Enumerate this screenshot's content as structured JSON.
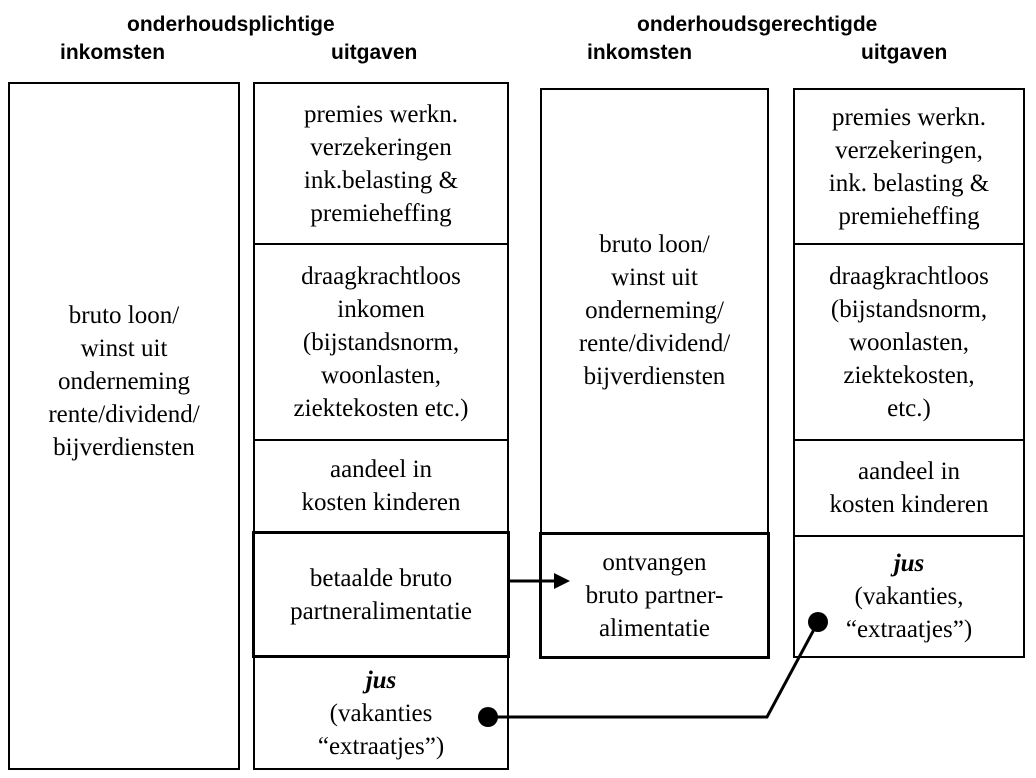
{
  "headers": {
    "payer_title": "onderhoudsplichtige",
    "payer_income": "inkomsten",
    "payer_expenses": "uitgaven",
    "recipient_title": "onderhoudsgerechtigde",
    "recipient_income": "inkomsten",
    "recipient_expenses": "uitgaven"
  },
  "payer": {
    "income": [
      "bruto loon/",
      "winst uit",
      "onderneming",
      "rente/dividend/",
      "bijverdiensten"
    ],
    "expenses": {
      "premiums": [
        "premies werkn.",
        "verzekeringen",
        "ink.belasting &",
        "premieheffing"
      ],
      "subsistence": [
        "draagkrachtloos",
        "inkomen",
        "(bijstandsnorm,",
        "woonlasten,",
        "ziektekosten etc.)"
      ],
      "children": [
        "aandeel in",
        "kosten kinderen"
      ],
      "alimony_paid": [
        "betaalde bruto",
        "partneralimentatie"
      ],
      "jus_title": "jus",
      "jus_lines": [
        "(vakanties",
        "“extraatjes”)"
      ]
    }
  },
  "recipient": {
    "income": [
      "bruto loon/",
      "winst uit",
      "onderneming/",
      "rente/dividend/",
      "bijverdiensten"
    ],
    "alimony_received": [
      "ontvangen",
      "bruto partner-",
      "alimentatie"
    ],
    "expenses": {
      "premiums": [
        "premies werkn.",
        "verzekeringen,",
        "ink. belasting &",
        "premieheffing"
      ],
      "subsistence": [
        "draagkrachtloos",
        "(bijstandsnorm,",
        "woonlasten,",
        "ziektekosten,",
        "etc.)"
      ],
      "children": [
        "aandeel in",
        "kosten kinderen"
      ],
      "jus_title": "jus",
      "jus_lines": [
        "(vakanties,",
        "“extraatjes”)"
      ]
    }
  }
}
